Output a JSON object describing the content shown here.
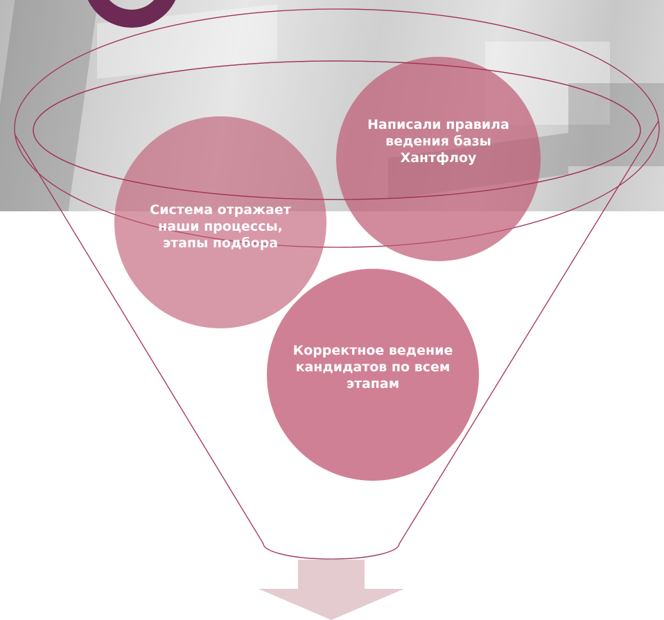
{
  "colors": {
    "circle_fill": "#c05a77",
    "funnel_outline": "#a0304f",
    "arrow_fill": "#e3cbd0",
    "title_fragment": "#6c2a55"
  },
  "circles": [
    {
      "text": "Система отражает наши процессы, этапы подбора"
    },
    {
      "text": "Написали правила ведения базы Хантфлоу"
    },
    {
      "text": "Корректное ведение кандидатов по всем этапам"
    }
  ]
}
